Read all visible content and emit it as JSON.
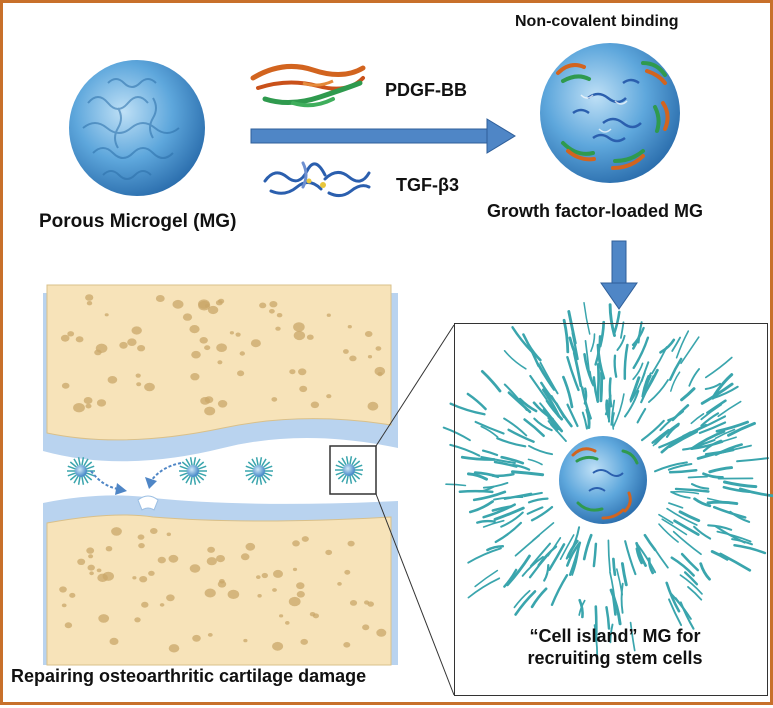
{
  "labels": {
    "porous_microgel": "Porous Microgel (MG)",
    "pdgf": "PDGF-BB",
    "tgf": "TGF-β3",
    "non_covalent": "Non-covalent binding",
    "gf_loaded": "Growth factor-loaded MG",
    "repairing": "Repairing osteoarthritic cartilage damage",
    "cell_island_line1": "“Cell island” MG for",
    "cell_island_line2": "recruiting stem cells"
  },
  "colors": {
    "frame": "#c8702a",
    "microgel": "#4c96d2",
    "arrow": "#4f86c6",
    "bone": "#f7e3b9",
    "cartilage": "#b9d3ef",
    "cells": "#3aa5ad",
    "pdgf_orange": "#d2641f",
    "pdgf_green": "#2f9a4e",
    "tgf_blue": "#2b5fae"
  }
}
